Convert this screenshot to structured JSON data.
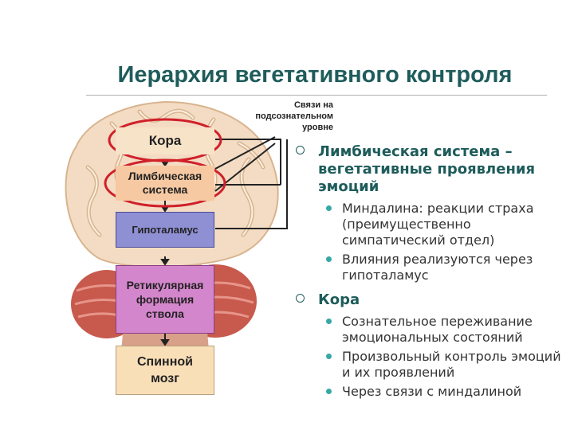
{
  "title": "Иерархия вегетативного контроля",
  "diagram": {
    "note": "Связи на подсознательном уровне",
    "boxes": {
      "cortex": "Кора",
      "limbic_1": "Лимбическая",
      "limbic_2": "система",
      "hypothalamus": "Гипоталамус",
      "reticular_1": "Ретикулярная",
      "reticular_2": "формация",
      "reticular_3": "ствола",
      "spinal_1": "Спинной",
      "spinal_2": "мозг"
    },
    "colors": {
      "highlight_ellipse": "#d0202a",
      "cortex_box": "#f7e4c8",
      "limbic_box": "#f6c9a3",
      "hypothalamus_box": "#8f8fd4",
      "reticular_box": "#d486cc",
      "spinal_box": "#f9dfb8"
    }
  },
  "bullets": [
    {
      "heading": "Лимбическая система – вегетативные проявления эмоций",
      "items": [
        "Миндалина: реакции страха (преимущественно симпатический отдел)",
        "Влияния реализуются через гипоталамус"
      ]
    },
    {
      "heading": "Кора",
      "items": [
        "Сознательное переживание эмоциональных состояний",
        "Произвольный контроль эмоций и их проявлений",
        "Через связи с миндалиной"
      ]
    }
  ],
  "colors": {
    "title": "#1e5c5b",
    "bullet_dot": "#35a8a6"
  }
}
